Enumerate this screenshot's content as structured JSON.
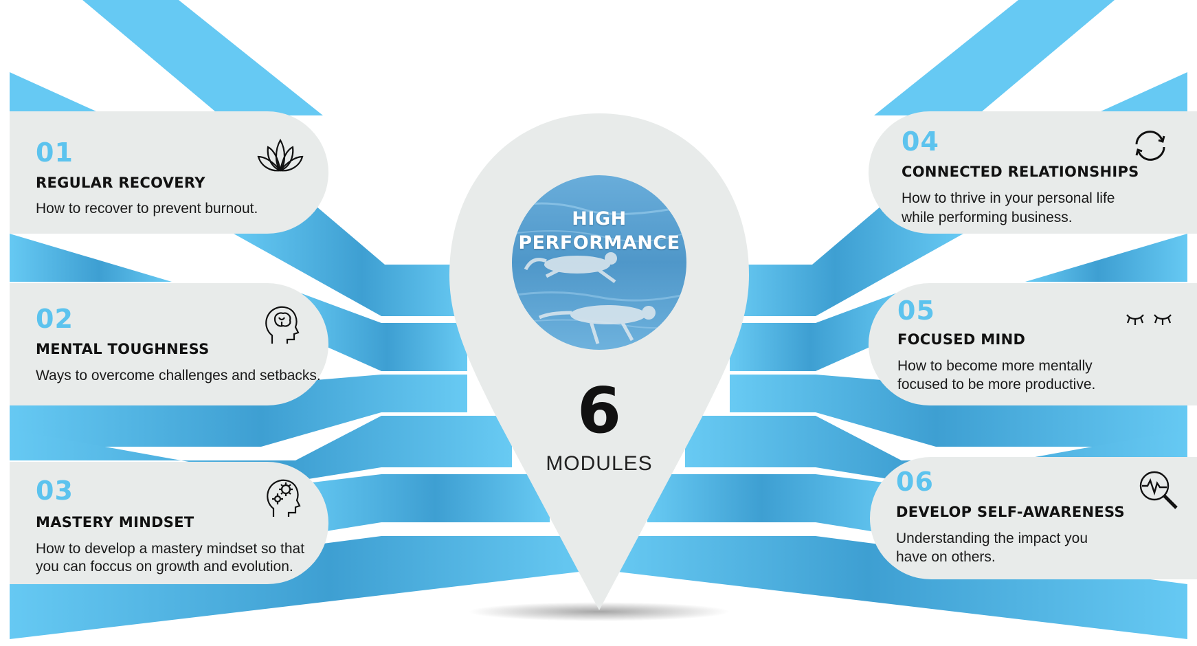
{
  "center": {
    "heading_line1": "HIGH",
    "heading_line2": "PERFORMANCE",
    "count": "6",
    "count_label": "MODULES"
  },
  "modules": [
    {
      "number": "01",
      "title": "REGULAR RECOVERY",
      "desc_lines": [
        "How to recover to prevent burnout."
      ],
      "icon": "lotus-icon"
    },
    {
      "number": "02",
      "title": "MENTAL TOUGHNESS",
      "desc_lines": [
        "Ways to overcome challenges and setbacks."
      ],
      "icon": "brain-head-icon"
    },
    {
      "number": "03",
      "title": "MASTERY MINDSET",
      "desc_lines": [
        "How to develop a mastery mindset so that",
        "you can foccus on growth and evolution."
      ],
      "icon": "gears-head-icon"
    },
    {
      "number": "04",
      "title": "CONNECTED RELATIONSHIPS",
      "desc_lines": [
        "How to thrive in your personal life",
        "while performing business."
      ],
      "icon": "refresh-cycle-icon"
    },
    {
      "number": "05",
      "title": "FOCUSED MIND",
      "desc_lines": [
        "How to become more mentally",
        "focused to be more productive."
      ],
      "icon": "closed-eyes-icon"
    },
    {
      "number": "06",
      "title": "DEVELOP SELF-AWARENESS",
      "desc_lines": [
        "Understanding the impact you",
        "have on others."
      ],
      "icon": "pulse-magnifier-icon"
    }
  ],
  "colors": {
    "accent": "#5cc3ee",
    "stripe_light": "#64c8f2",
    "stripe_dark": "#3b97c9",
    "card": "#e8ebea",
    "text": "#111111"
  }
}
